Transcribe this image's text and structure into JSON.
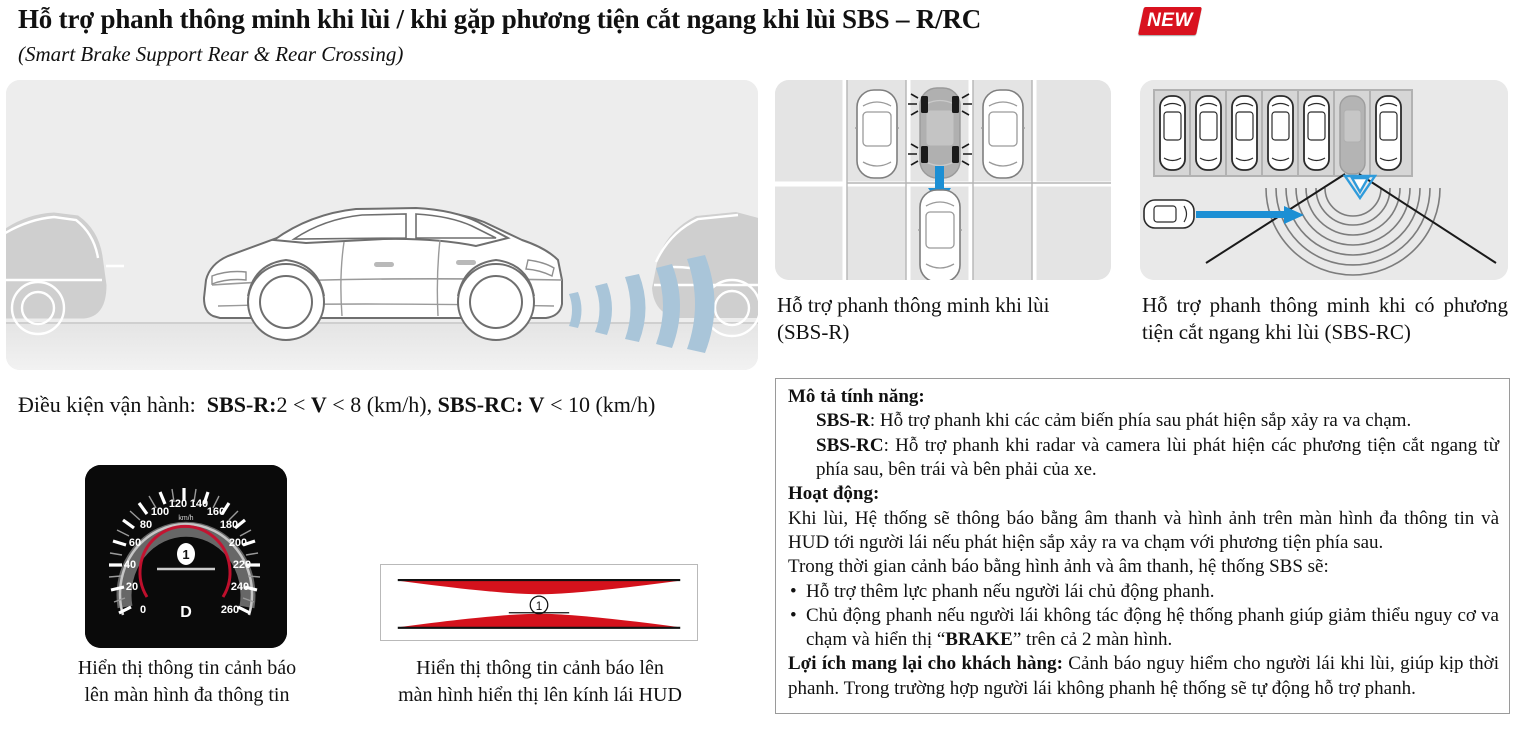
{
  "header": {
    "title": "Hỗ trợ phanh thông minh khi lùi / khi gặp phương tiện cắt ngang khi lùi SBS – R/RC",
    "subtitle": "(Smart Brake Support Rear & Rear Crossing)",
    "badge": "NEW",
    "badge_color": "#d9121f"
  },
  "diagrams": {
    "main_panel_name": "rear-brake-support-illustration",
    "sbsr": {
      "caption": "Hỗ trợ phanh thông minh khi lùi (SBS-R)",
      "caption_line1": "Hỗ trợ phanh thông minh khi lùi",
      "caption_line2": "(SBS-R)"
    },
    "sbsrc": {
      "caption": "Hỗ trợ phanh thông minh khi có phương tiện cắt ngang khi lùi (SBS-RC)"
    }
  },
  "operating_condition": {
    "label": "Điều kiện vận hành:",
    "sbsr_label": "SBS-R:",
    "sbsr_value_pre": "2 < ",
    "sbsr_v": "V",
    "sbsr_value_post": " < 8 (km/h),",
    "sbsrc_label": "SBS-RC:",
    "sbsrc_v": "V",
    "sbsrc_value": " < 10 (km/h)"
  },
  "gauge": {
    "unit": "km/h",
    "gear": "D",
    "callout": "1",
    "ticks": [
      "0",
      "20",
      "40",
      "60",
      "80",
      "100",
      "120",
      "140",
      "160",
      "180",
      "200",
      "220",
      "240",
      "260"
    ],
    "accent_color": "#c8102e",
    "caption": "Hiển thị thông tin cảnh báo lên màn hình đa thông tin",
    "caption_line1": "Hiển thị thông tin cảnh báo",
    "caption_line2": "lên màn hình đa thông tin"
  },
  "hud": {
    "callout": "1",
    "bar_color": "#d4121c",
    "caption": "Hiển thị thông tin cảnh báo lên màn hình hiển thị lên kính lái HUD",
    "caption_line1": "Hiển thị thông tin cảnh báo lên",
    "caption_line2": "màn hình hiển thị lên kính lái HUD"
  },
  "description": {
    "feature_heading": "Mô tả tính năng:",
    "sbsr_term": "SBS-R",
    "sbsr_text": ": Hỗ trợ phanh khi các cảm biến phía sau phát hiện sắp xảy ra va chạm.",
    "sbsrc_term": "SBS-RC",
    "sbsrc_text": ": Hỗ trợ phanh khi radar và camera lùi phát hiện các phương tiện cắt ngang từ phía sau, bên trái và bên phải của xe.",
    "operation_heading": "Hoạt động:",
    "operation_text": "Khi lùi, Hệ thống sẽ thông báo bằng âm thanh và hình ảnh trên màn hình đa thông tin và HUD tới người lái nếu phát hiện sắp xảy ra va chạm với phương tiện phía sau.",
    "during_warning": "Trong thời gian cảnh báo bằng hình ảnh và âm thanh, hệ thống SBS sẽ:",
    "bullet1": "Hỗ trợ thêm lực phanh nếu người lái chủ động phanh.",
    "bullet2_pre": "Chủ động phanh nếu người lái không tác động hệ thống phanh giúp giảm thiểu nguy cơ va chạm và hiển thị “",
    "bullet2_emph": "BRAKE",
    "bullet2_post": "” trên cả 2 màn hình.",
    "benefit_heading": "Lợi ích mang lại cho khách hàng:",
    "benefit_text": " Cảnh báo nguy hiểm cho người lái khi lùi, giúp kịp thời phanh. Trong trường hợp người lái không phanh hệ thống sẽ tự động hỗ trợ phanh."
  }
}
